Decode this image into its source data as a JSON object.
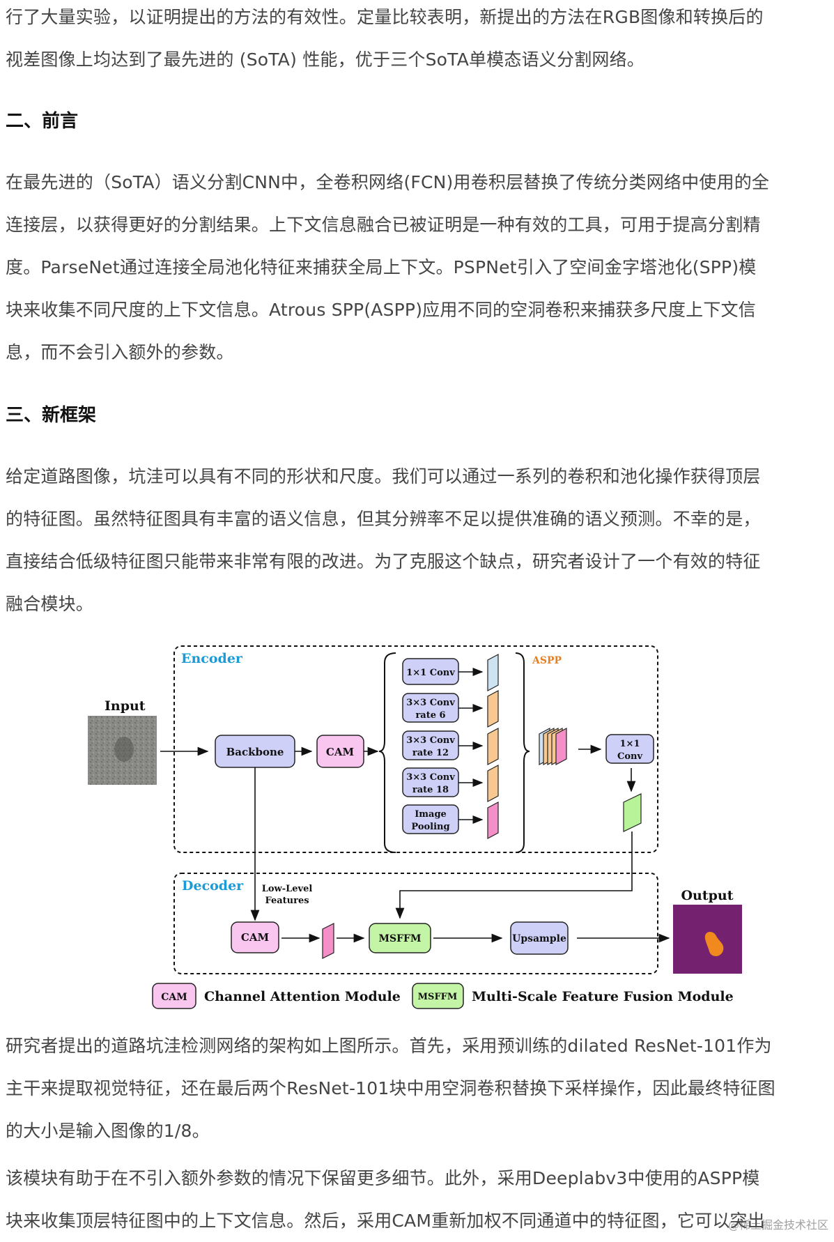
{
  "paragraphs": {
    "p1": [
      "行了大量实验，以证明提出的方法的有效性。定量比较表明，新提出的方法在RGB图像和转换后的",
      "视差图像上均达到了最先进的 (SoTA) 性能，优于三个SoTA单模态语义分割网络。"
    ],
    "p2": [
      "在最先进的（SoTA）语义分割CNN中，全卷积网络(FCN)用卷积层替换了传统分类网络中使用的全",
      "连接层，以获得更好的分割结果。上下文信息融合已被证明是一种有效的工具，可用于提高分割精",
      "度。ParseNet通过连接全局池化特征来捕获全局上下文。PSPNet引入了空间金字塔池化(SPP)模",
      "块来收集不同尺度的上下文信息。Atrous SPP(ASPP)应用不同的空洞卷积来捕获多尺度上下文信",
      "息，而不会引入额外的参数。"
    ],
    "p3": [
      "给定道路图像，坑洼可以具有不同的形状和尺度。我们可以通过一系列的卷积和池化操作获得顶层",
      "的特征图。虽然特征图具有丰富的语义信息，但其分辨率不足以提供准确的语义预测。不幸的是，",
      "直接结合低级特征图只能带来非常有限的改进。为了克服这个缺点，研究者设计了一个有效的特征",
      "融合模块。"
    ],
    "p4": [
      "研究者提出的道路坑洼检测网络的架构如上图所示。首先，采用预训练的dilated ResNet-101作为",
      "主干来提取视觉特征，还在最后两个ResNet-101块中用空洞卷积替换下采样操作，因此最终特征图",
      "的大小是输入图像的1/8。"
    ],
    "p5": [
      "该模块有助于在不引入额外参数的情况下保留更多细节。此外，采用Deeplabv3中使用的ASPP模",
      "块来收集顶层特征图中的上下文信息。然后，采用CAM重新加权不同通道中的特征图，它可以突出"
    ]
  },
  "headings": {
    "h2": "二、前言",
    "h3": "三、新框架"
  },
  "figure": {
    "encoder_label": "Encoder",
    "decoder_label": "Decoder",
    "aspp_label": "ASPP",
    "input_label": "Input",
    "output_label": "Output",
    "backbone": "Backbone",
    "cam": "CAM",
    "aspp_branches": [
      [
        "1×1 Conv"
      ],
      [
        "3×3 Conv",
        "rate 6"
      ],
      [
        "3×3 Conv",
        "rate 12"
      ],
      [
        "3×3 Conv",
        "rate 18"
      ],
      [
        "Image",
        "Pooling"
      ]
    ],
    "conv1x1": [
      "1×1",
      "Conv"
    ],
    "low_level": [
      "Low-Level",
      "Features"
    ],
    "decoder_cam": "CAM",
    "msffm": "MSFFM",
    "upsample": "Upsample",
    "legend": [
      {
        "tag": "CAM",
        "text": "Channel Attention Module"
      },
      {
        "tag": "MSFFM",
        "text": "Multi-Scale Feature Fusion Module"
      }
    ],
    "colors": {
      "backbone": "#cfd0f7",
      "cam": "#f9c6ef",
      "msffm": "#c4f5a6",
      "blue_feat": "#cde3f2",
      "orange_feat": "#f8c890",
      "pink_feat": "#f58fc8",
      "green_feat": "#b8f39a",
      "output_bg": "#74226f",
      "output_blob": "#f08a1e",
      "title_blue": "#1a9bd7",
      "aspp_orange": "#e67e22"
    }
  },
  "watermark": "@稀土掘金技术社区"
}
